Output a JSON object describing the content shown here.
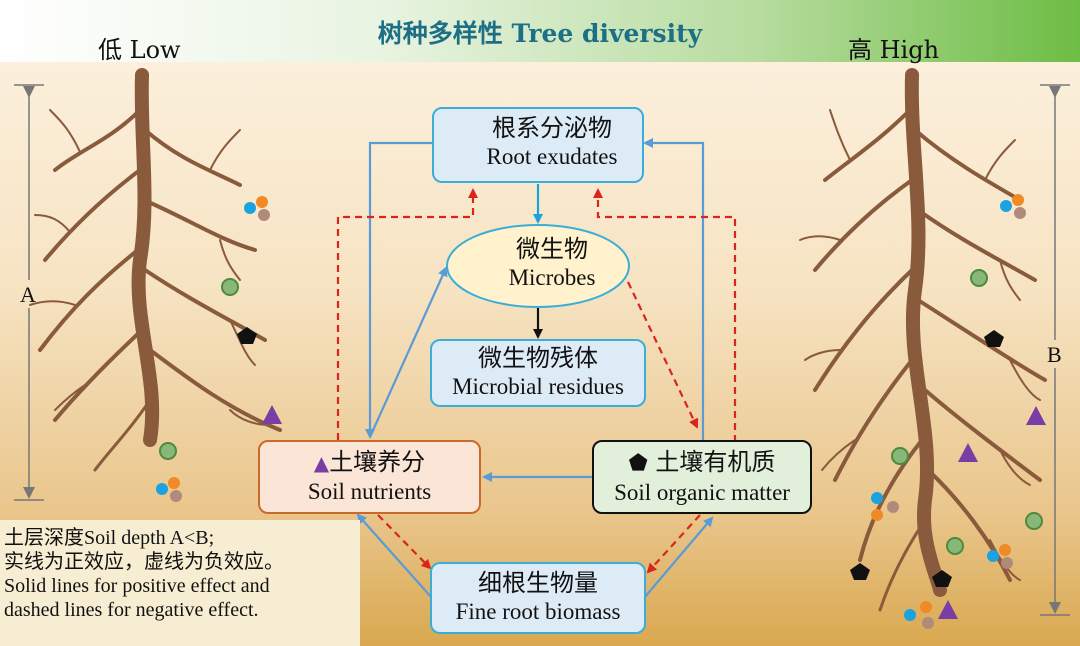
{
  "header": {
    "title": "树种多样性 Tree diversity",
    "low_label": "低 Low",
    "high_label": "高 High"
  },
  "nodes": {
    "root_exudates": {
      "cn": "根系分泌物",
      "en": "Root exudates"
    },
    "microbes": {
      "cn": "微生物",
      "en": "Microbes"
    },
    "microbial_residues": {
      "cn": "微生物残体",
      "en": "Microbial residues"
    },
    "soil_nutrients": {
      "cn": "土壤养分",
      "en": "Soil nutrients"
    },
    "soil_organic_matter": {
      "cn": "土壤有机质",
      "en": "Soil organic matter"
    },
    "fine_root_biomass": {
      "cn": "细根生物量",
      "en": "Fine root biomass"
    }
  },
  "depth_markers": {
    "left": "A",
    "right": "B"
  },
  "note": {
    "line1": "土层深度Soil depth A<B;",
    "line2": "实线为正效应，虚线为负效应。",
    "line3": "Solid lines for positive effect and",
    "line4": "dashed lines for negative effect."
  },
  "colors": {
    "positive": "#5b9bd5",
    "negative": "#d9261c",
    "header_green": "#6dbd45",
    "root_exudates_fill": "#ddebf7",
    "soil_nutrients_fill": "#fbe5d6",
    "som_fill": "#e2efda",
    "microbe_fill": "#fff2cc"
  }
}
